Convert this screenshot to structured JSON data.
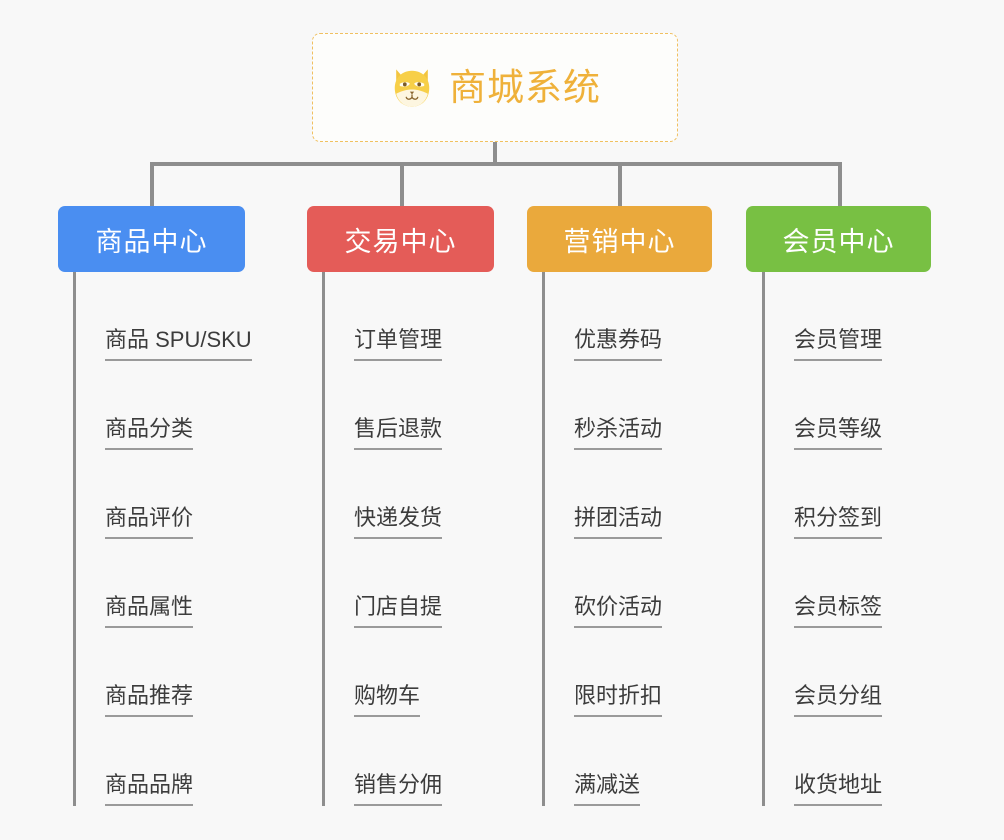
{
  "diagram": {
    "type": "org-chart",
    "background_color": "#f8f8f8",
    "root": {
      "title": "商城系统",
      "icon": "shiba-dog-icon",
      "border_color": "#f0c060",
      "text_color": "#efb13a"
    },
    "connector_color": "#8e8e8e",
    "branches": [
      {
        "label": "商品中心",
        "color": "#4a8ef1",
        "items": [
          "商品 SPU/SKU",
          "商品分类",
          "商品评价",
          "商品属性",
          "商品推荐",
          "商品品牌"
        ]
      },
      {
        "label": "交易中心",
        "color": "#e45c58",
        "items": [
          "订单管理",
          "售后退款",
          "快递发货",
          "门店自提",
          "购物车",
          "销售分佣"
        ]
      },
      {
        "label": "营销中心",
        "color": "#eaa93c",
        "items": [
          "优惠券码",
          "秒杀活动",
          "拼团活动",
          "砍价活动",
          "限时折扣",
          "满减送"
        ]
      },
      {
        "label": "会员中心",
        "color": "#78c043",
        "items": [
          "会员管理",
          "会员等级",
          "积分签到",
          "会员标签",
          "会员分组",
          "收货地址"
        ]
      }
    ]
  }
}
